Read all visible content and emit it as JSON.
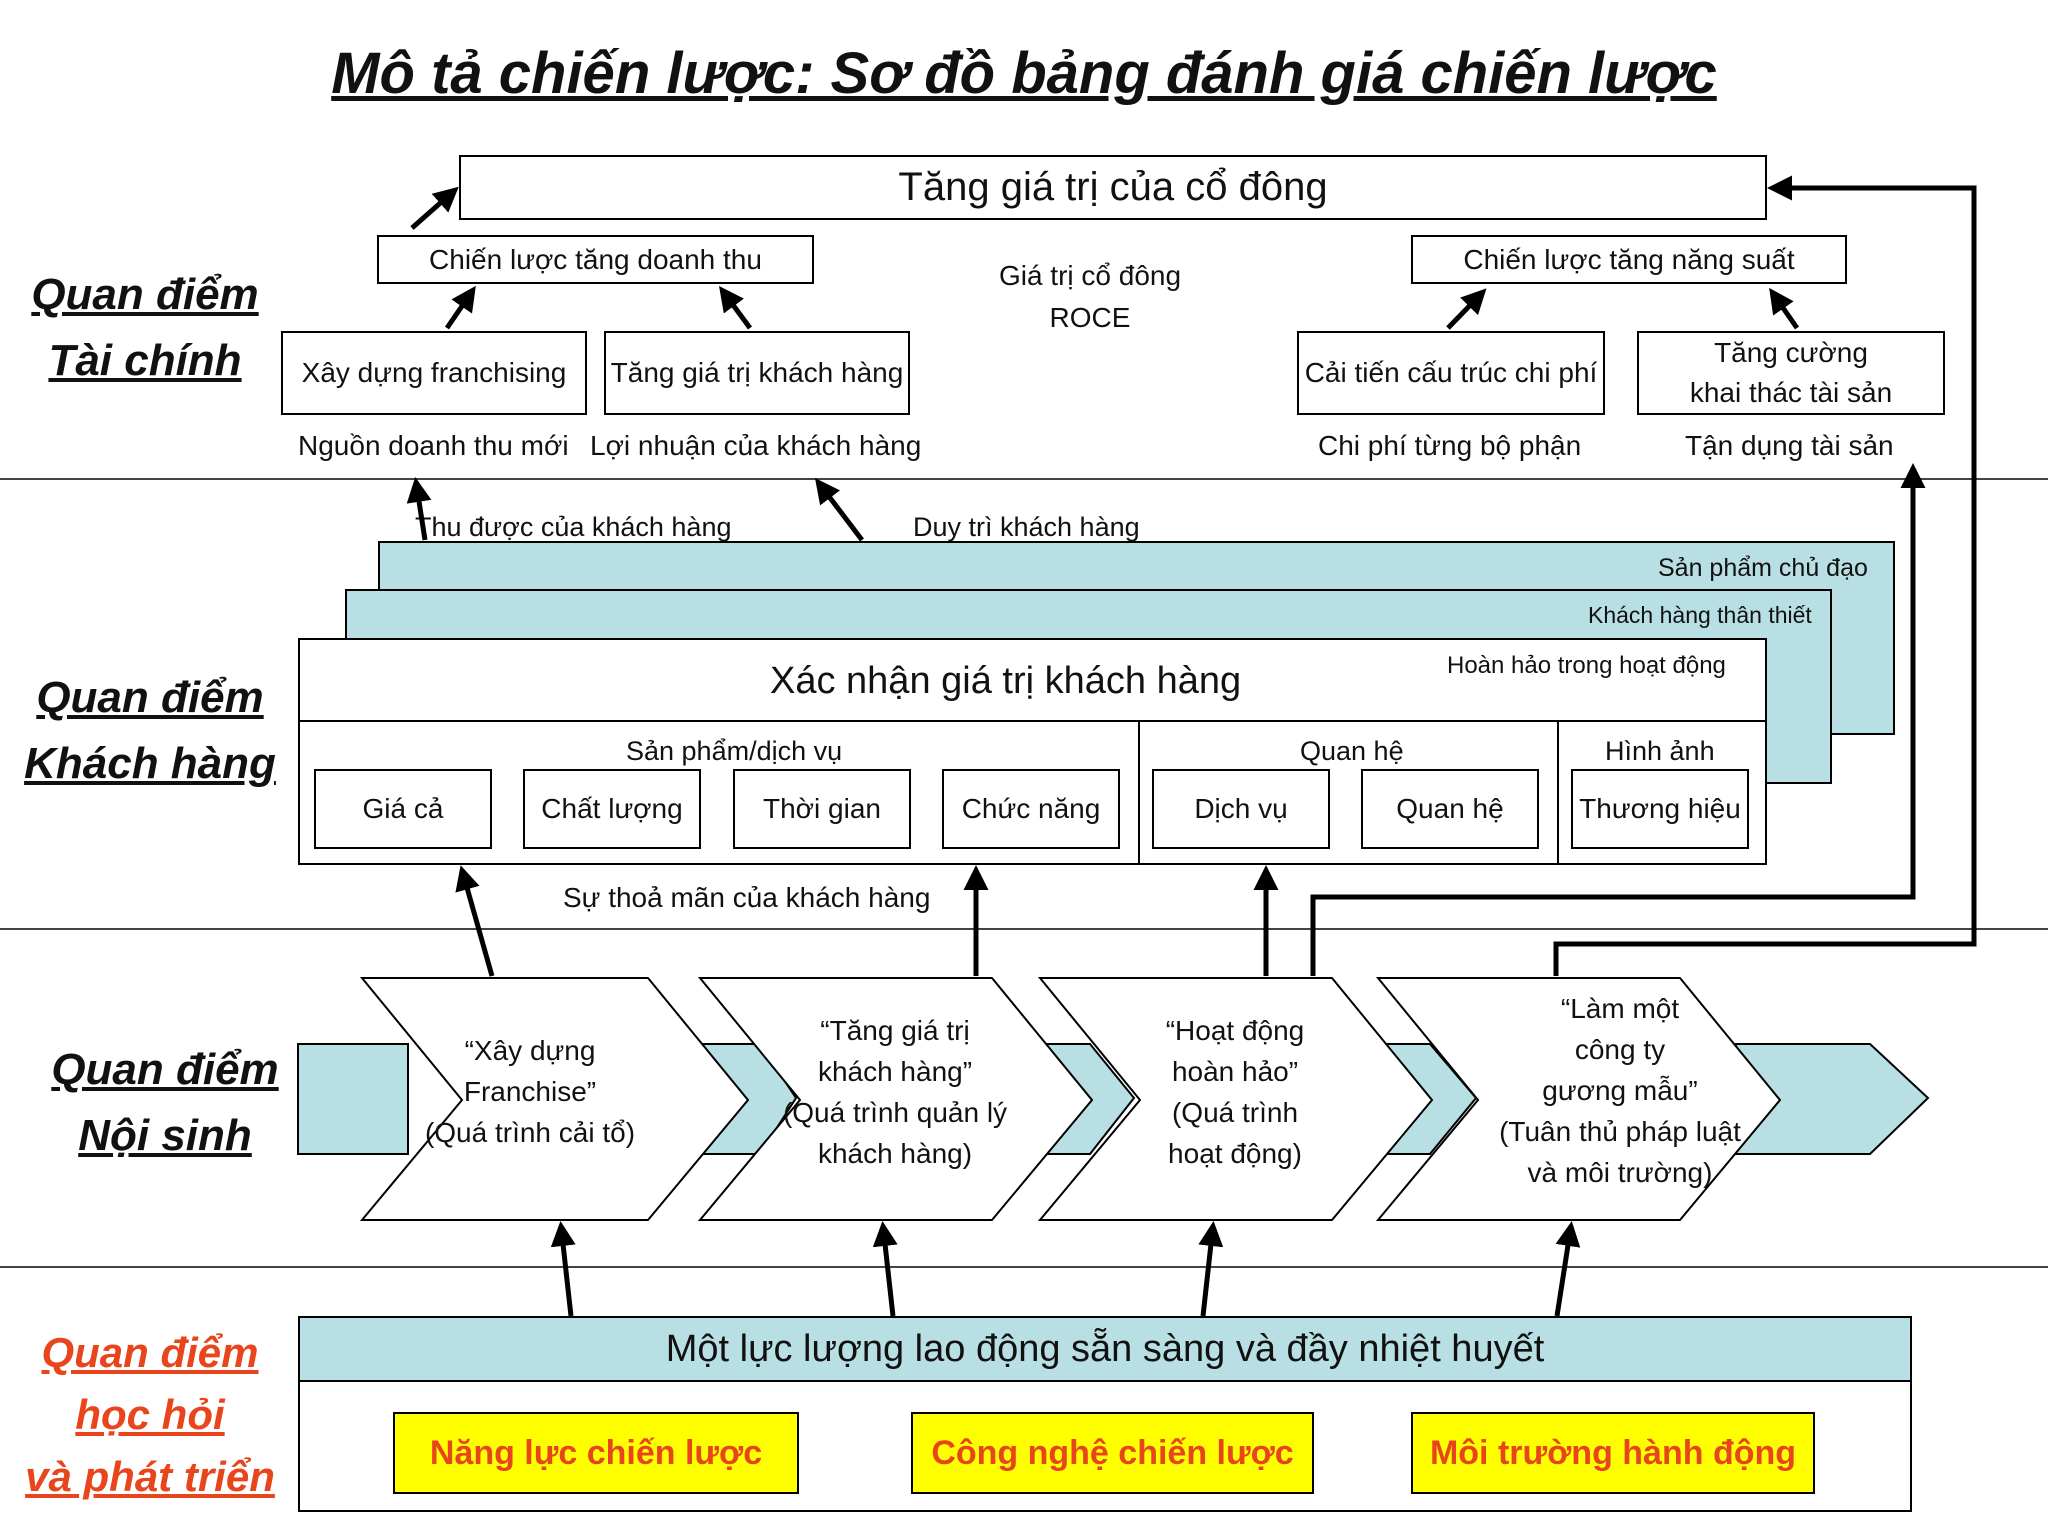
{
  "title": "Mô tả chiến lược: Sơ đồ bảng đánh giá chiến lược",
  "perspectives": {
    "financial": [
      "Quan điểm",
      "Tài chính"
    ],
    "customer": [
      "Quan điểm",
      "Khách hàng"
    ],
    "internal": [
      "Quan điểm",
      "Nội sinh"
    ],
    "learning": [
      "Quan điểm",
      "học hỏi",
      "và phát triển"
    ]
  },
  "colors": {
    "teal": "#b8dfe3",
    "learning_title": "#e8451c",
    "highlight": "#ffff00"
  },
  "financial": {
    "top_goal": "Tăng giá trị của cổ đông",
    "center_kpi": [
      "Giá trị cổ đông",
      "ROCE"
    ],
    "revenue_strategy": "Chiến lược tăng doanh thu",
    "productivity_strategy": "Chiến lược tăng năng suất",
    "franchising": "Xây dựng franchising",
    "customer_value": "Tăng giá trị khách hàng",
    "cost_structure": "Cải tiến cấu trúc chi phí",
    "asset_use": [
      "Tăng cường",
      "khai thác tài sản"
    ],
    "measures": [
      "Nguồn doanh thu mới",
      "Lợi nhuận của khách hàng",
      "Chi phí từng bộ phận",
      "Tận dụng tài sản"
    ]
  },
  "customer": {
    "acquisition": "Thu được của khách hàng",
    "retention": "Duy trì khách hàng",
    "layer_back": "Sản phẩm chủ đạo",
    "layer_mid": "Khách hàng thân thiết",
    "layer_front": "Hoàn hảo trong hoạt động",
    "main": "Xác nhận giá trị khách hàng",
    "group_product": "Sản phẩm/dịch vụ",
    "group_relation": "Quan hệ",
    "group_image": "Hình ảnh",
    "attrs": [
      "Giá cả",
      "Chất lượng",
      "Thời gian",
      "Chức năng",
      "Dịch vụ",
      "Quan hệ",
      "Thương hiệu"
    ],
    "satisfaction": "Sự thoả mãn của khách hàng"
  },
  "internal": {
    "chevrons": [
      [
        "“Xây dựng",
        "Franchise”",
        "(Quá trình cải tổ)"
      ],
      [
        "“Tăng giá trị",
        "khách hàng”",
        "(Quá trình quản lý",
        "khách hàng)"
      ],
      [
        "“Hoạt động",
        "hoàn hảo”",
        "(Quá trình",
        "hoạt động)"
      ],
      [
        "“Làm một",
        "công ty",
        "gương mẫu”",
        "(Tuân thủ pháp luật",
        "và môi trường)"
      ]
    ]
  },
  "learning": {
    "workforce": "Một lực lượng lao động sẵn sàng và đầy nhiệt huyết",
    "capabilities": [
      "Năng lực chiến lược",
      "Công nghệ chiến lược",
      "Môi trường hành động"
    ]
  }
}
